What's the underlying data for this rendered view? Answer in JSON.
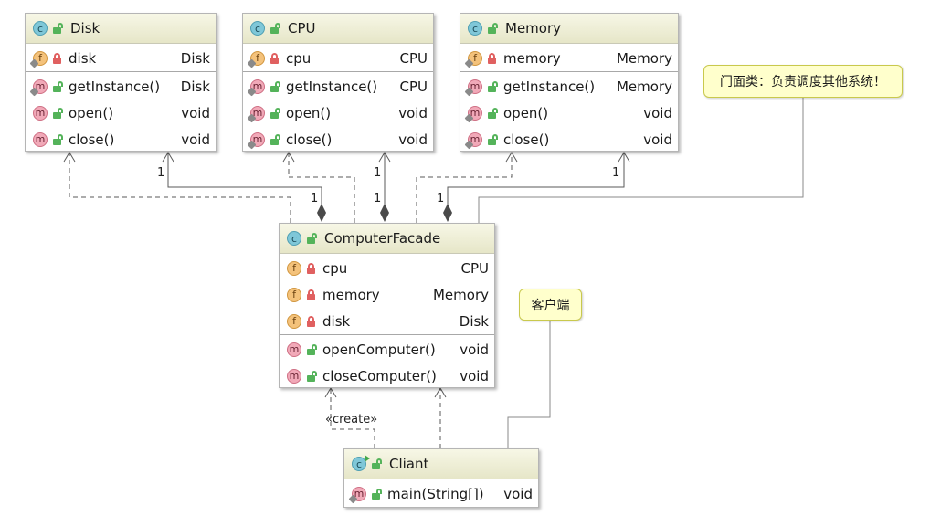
{
  "classes": {
    "disk": {
      "name": "Disk",
      "fields": [
        {
          "name": "disk",
          "type": "Disk"
        }
      ],
      "methods": [
        {
          "name": "getInstance()",
          "type": "Disk"
        },
        {
          "name": "open()",
          "type": "void"
        },
        {
          "name": "close()",
          "type": "void"
        }
      ]
    },
    "cpu": {
      "name": "CPU",
      "fields": [
        {
          "name": "cpu",
          "type": "CPU"
        }
      ],
      "methods": [
        {
          "name": "getInstance()",
          "type": "CPU"
        },
        {
          "name": "open()",
          "type": "void"
        },
        {
          "name": "close()",
          "type": "void"
        }
      ]
    },
    "memory": {
      "name": "Memory",
      "fields": [
        {
          "name": "memory",
          "type": "Memory"
        }
      ],
      "methods": [
        {
          "name": "getInstance()",
          "type": "Memory"
        },
        {
          "name": "open()",
          "type": "void"
        },
        {
          "name": "close()",
          "type": "void"
        }
      ]
    },
    "facade": {
      "name": "ComputerFacade",
      "fields": [
        {
          "name": "cpu",
          "type": "CPU"
        },
        {
          "name": "memory",
          "type": "Memory"
        },
        {
          "name": "disk",
          "type": "Disk"
        }
      ],
      "methods": [
        {
          "name": "openComputer()",
          "type": "void"
        },
        {
          "name": "closeComputer()",
          "type": "void"
        }
      ]
    },
    "client": {
      "name": "Cliant",
      "methods": [
        {
          "name": "main(String[])",
          "type": "void"
        }
      ]
    }
  },
  "notes": {
    "facade_note": "门面类：负责调度其他系统！",
    "client_note": "客户端"
  },
  "relations": {
    "multiplicity": "1",
    "create_label": "«create»"
  },
  "icons": {
    "class": "c",
    "field": "f",
    "method": "m"
  },
  "colors": {
    "header": "#e6e6c8",
    "note_bg": "#ffffcc",
    "class_icon": "#7fc7d8",
    "field_icon": "#f4c27b",
    "method_icon": "#f1a9b8",
    "public": "#54b35a",
    "private": "#e06060"
  }
}
